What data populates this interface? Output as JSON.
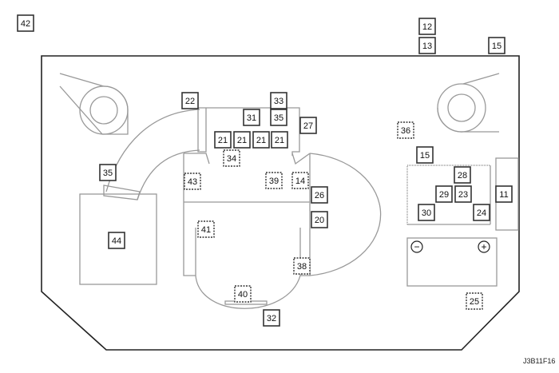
{
  "diagram_code": "J3B11F16",
  "battery": {
    "minus": "−",
    "plus": "+"
  },
  "labels": [
    {
      "text": "42",
      "style": "solid"
    },
    {
      "text": "12",
      "style": "solid"
    },
    {
      "text": "13",
      "style": "solid"
    },
    {
      "text": "15",
      "style": "solid"
    },
    {
      "text": "22",
      "style": "solid"
    },
    {
      "text": "33",
      "style": "solid"
    },
    {
      "text": "31",
      "style": "solid"
    },
    {
      "text": "35",
      "style": "solid"
    },
    {
      "text": "27",
      "style": "solid"
    },
    {
      "text": "21",
      "style": "solid"
    },
    {
      "text": "21",
      "style": "solid"
    },
    {
      "text": "21",
      "style": "solid"
    },
    {
      "text": "21",
      "style": "solid"
    },
    {
      "text": "34",
      "style": "dashed"
    },
    {
      "text": "36",
      "style": "dashed"
    },
    {
      "text": "15",
      "style": "solid"
    },
    {
      "text": "28",
      "style": "solid"
    },
    {
      "text": "29",
      "style": "solid"
    },
    {
      "text": "23",
      "style": "solid"
    },
    {
      "text": "30",
      "style": "solid"
    },
    {
      "text": "24",
      "style": "solid"
    },
    {
      "text": "11",
      "style": "solid"
    },
    {
      "text": "35",
      "style": "solid"
    },
    {
      "text": "43",
      "style": "dashed"
    },
    {
      "text": "39",
      "style": "dashed"
    },
    {
      "text": "14",
      "style": "dashed"
    },
    {
      "text": "26",
      "style": "solid"
    },
    {
      "text": "20",
      "style": "solid"
    },
    {
      "text": "41",
      "style": "dashed"
    },
    {
      "text": "44",
      "style": "solid"
    },
    {
      "text": "38",
      "style": "dashed"
    },
    {
      "text": "40",
      "style": "dashed"
    },
    {
      "text": "32",
      "style": "solid"
    },
    {
      "text": "25",
      "style": "dashed"
    }
  ]
}
